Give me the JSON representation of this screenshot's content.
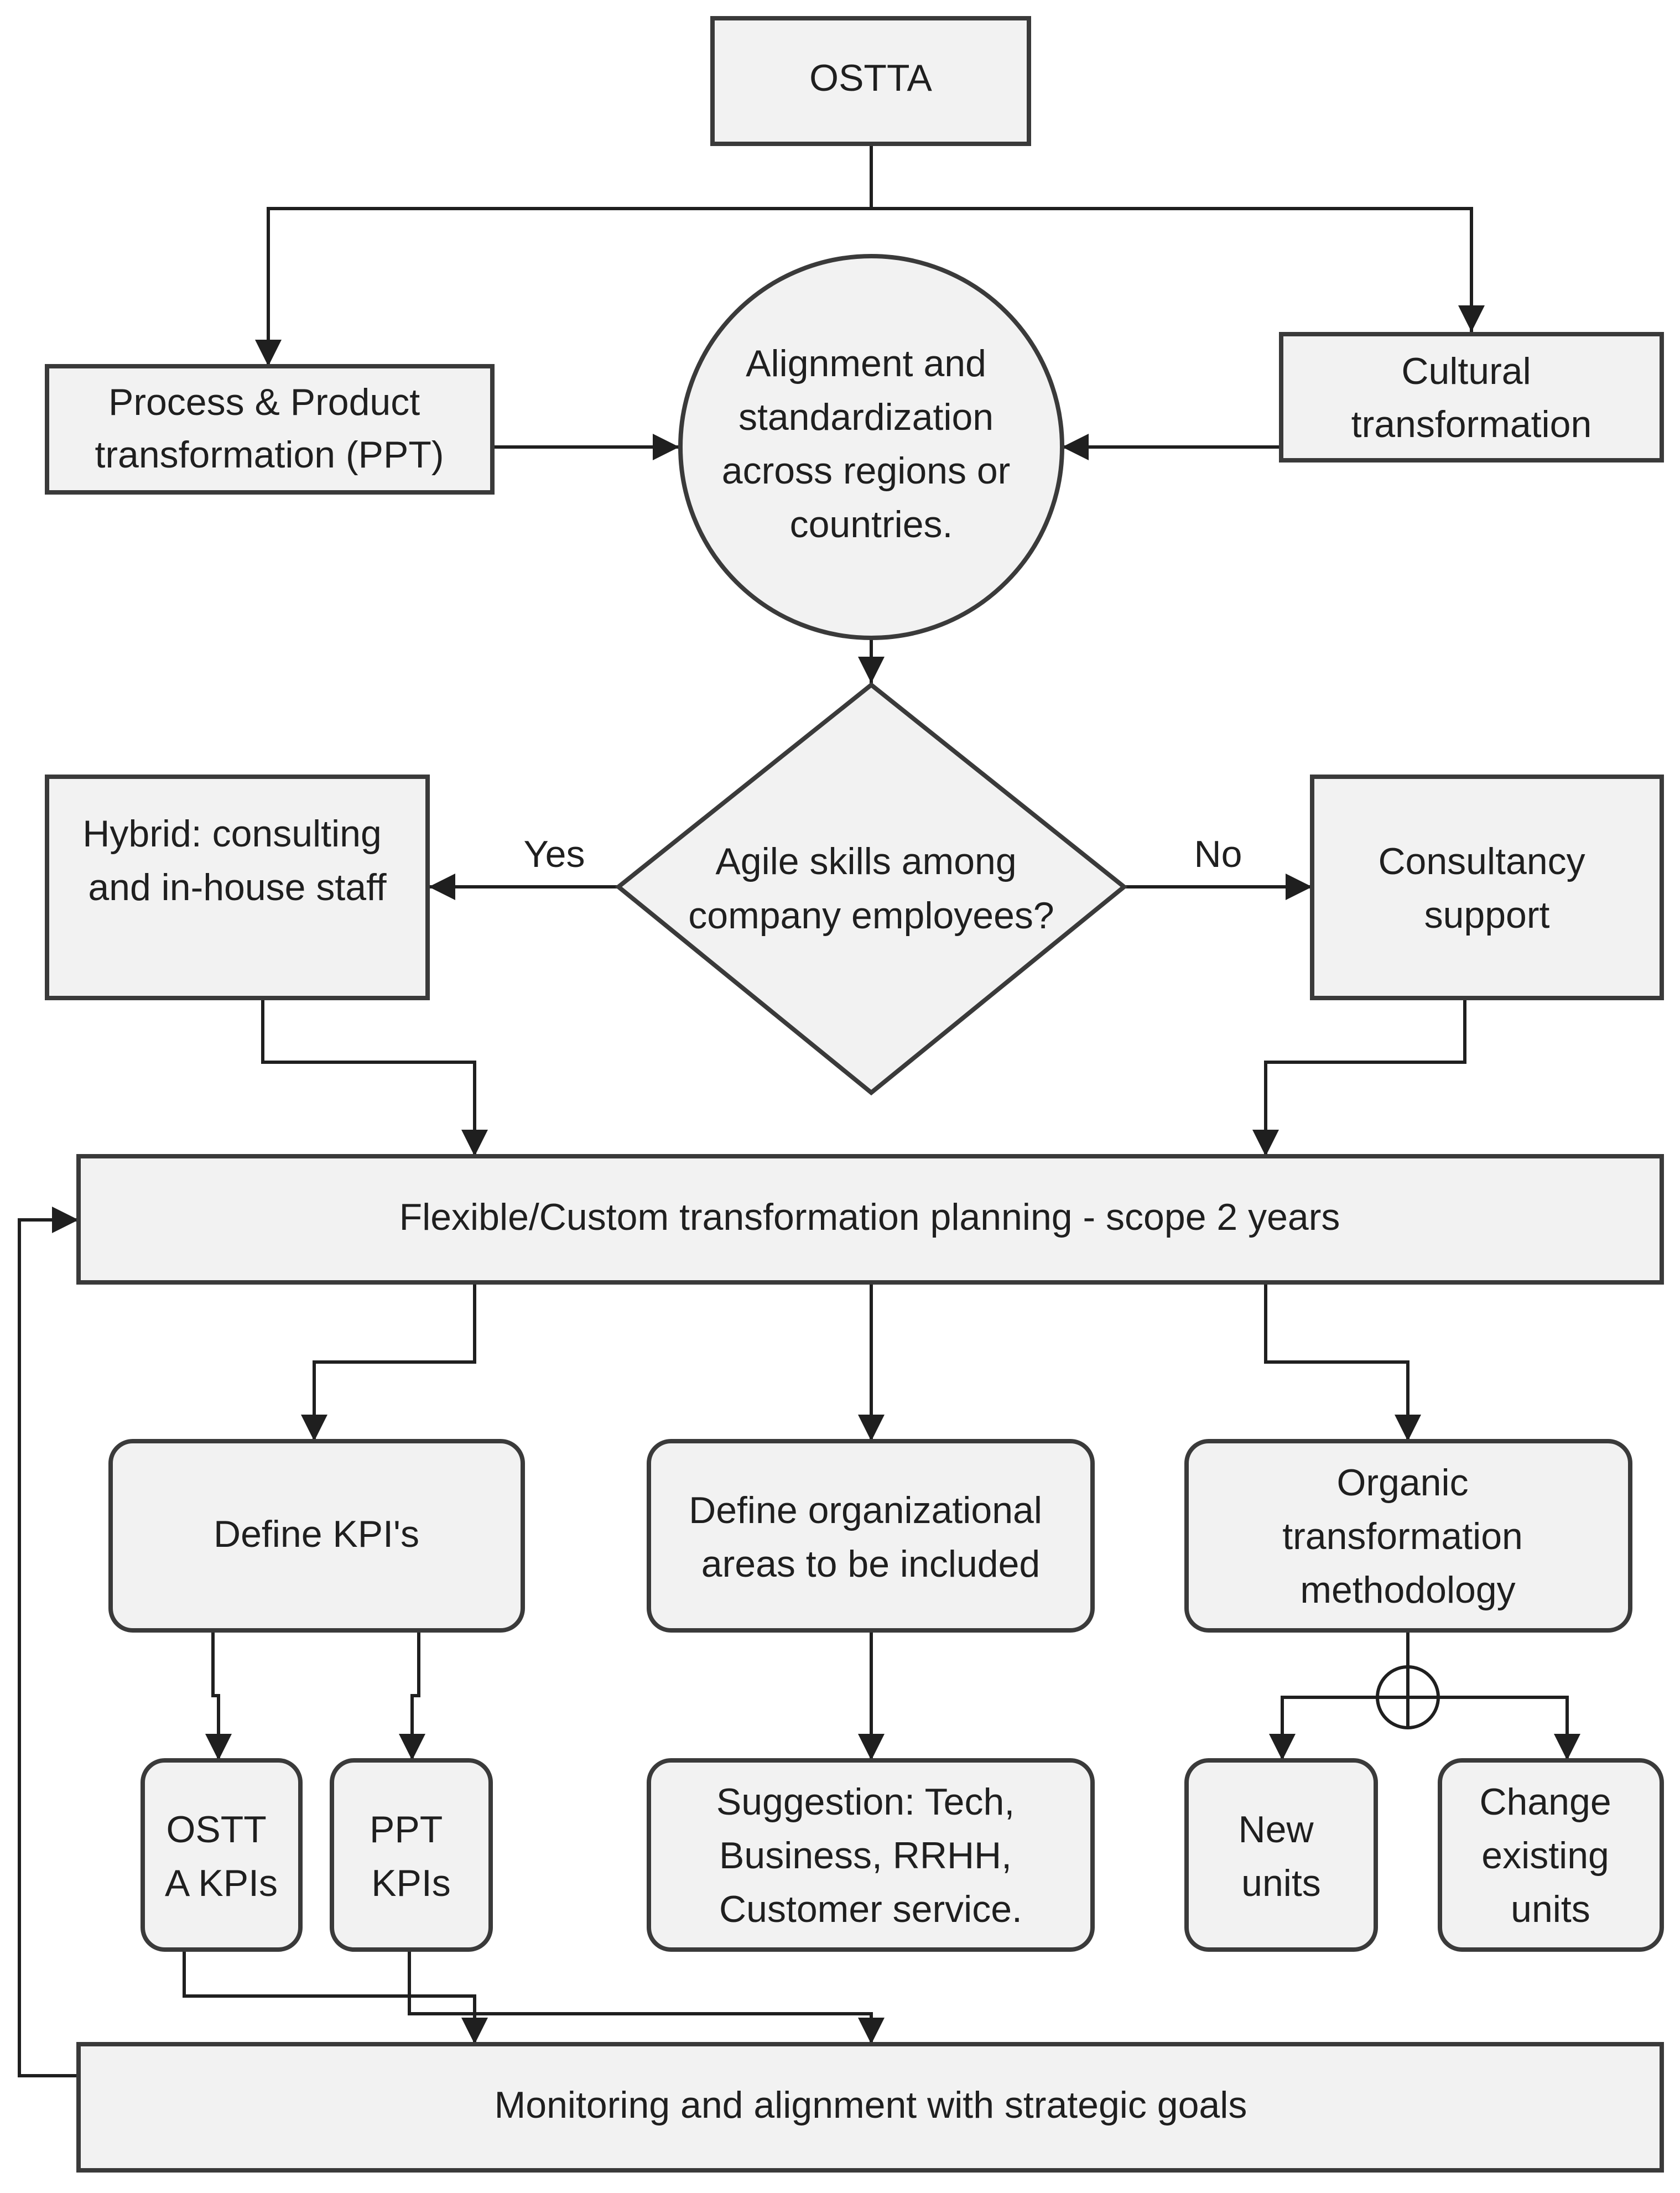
{
  "nodes": {
    "ostta": {
      "label": "OSTTA"
    },
    "ppt": {
      "lines": [
        "Process & Product",
        "transformation (PPT)"
      ]
    },
    "alignment": {
      "lines": [
        "Alignment and",
        "standardization",
        "across regions or",
        "countries."
      ]
    },
    "cultural": {
      "lines": [
        "Cultural",
        "transformation"
      ]
    },
    "agile_decision": {
      "lines": [
        "Agile skills among",
        "company employees?"
      ]
    },
    "hybrid": {
      "lines": [
        "Hybrid: consulting",
        "and in-house staff"
      ]
    },
    "consultancy": {
      "lines": [
        "Consultancy",
        "support"
      ]
    },
    "planning": {
      "label": "Flexible/Custom transformation planning - scope 2 years"
    },
    "define_kpis": {
      "label": "Define KPI's"
    },
    "define_areas": {
      "lines": [
        "Define organizational",
        "areas to be included"
      ]
    },
    "organic": {
      "lines": [
        "Organic",
        "transformation",
        "methodology"
      ]
    },
    "ostta_kpis": {
      "lines": [
        "OSTT",
        "A KPIs"
      ]
    },
    "ppt_kpis": {
      "lines": [
        "PPT",
        "KPIs"
      ]
    },
    "suggestion": {
      "lines": [
        "Suggestion: Tech,",
        "Business, RRHH,",
        "Customer service."
      ]
    },
    "new_units": {
      "lines": [
        "New",
        "units"
      ]
    },
    "change_units": {
      "lines": [
        "Change",
        "existing",
        "units"
      ]
    },
    "monitoring": {
      "label": "Monitoring and alignment with strategic goals"
    }
  },
  "edge_labels": {
    "yes": "Yes",
    "no": "No"
  },
  "colors": {
    "fill": "#f2f2f2",
    "stroke": "#3a3a3a",
    "text": "#1f1f1f",
    "background": "#ffffff"
  }
}
